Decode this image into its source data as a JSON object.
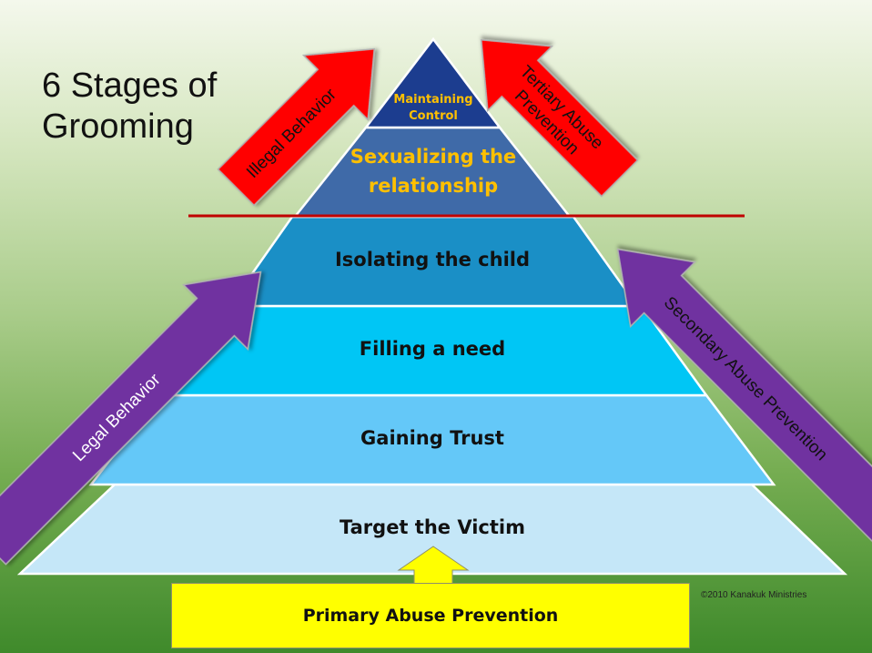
{
  "title_line1": "6 Stages of",
  "title_line2": "Grooming",
  "stages": {
    "maintaining_line1": "Maintaining",
    "maintaining_line2": "Control",
    "sexualizing_line1": "Sexualizing the",
    "sexualizing_line2": "relationship",
    "isolating": "Isolating the child",
    "filling": "Filling a need",
    "gaining": "Gaining Trust",
    "target": "Target the Victim"
  },
  "arrows": {
    "illegal": "Illegal Behavior",
    "tertiary_line1": "Tertiary Abuse",
    "tertiary_line2": "Prevention",
    "legal": "Legal Behavior",
    "secondary": "Secondary Abuse Prevention"
  },
  "primary": "Primary Abuse Prevention",
  "credit": "©2010 Kanakuk Ministries",
  "colors": {
    "maintaining": "#1c3d8f",
    "sexualizing": "#3f6aa8",
    "isolating": "#1a8fc6",
    "filling": "#00c6f5",
    "gaining": "#64c8f8",
    "target": "#c5e7f8",
    "gold_text": "#ffc000",
    "red_arrow": "#ff0000",
    "purple_arrow": "#7030a0",
    "yellow": "#ffff00",
    "divider": "#c00000"
  }
}
